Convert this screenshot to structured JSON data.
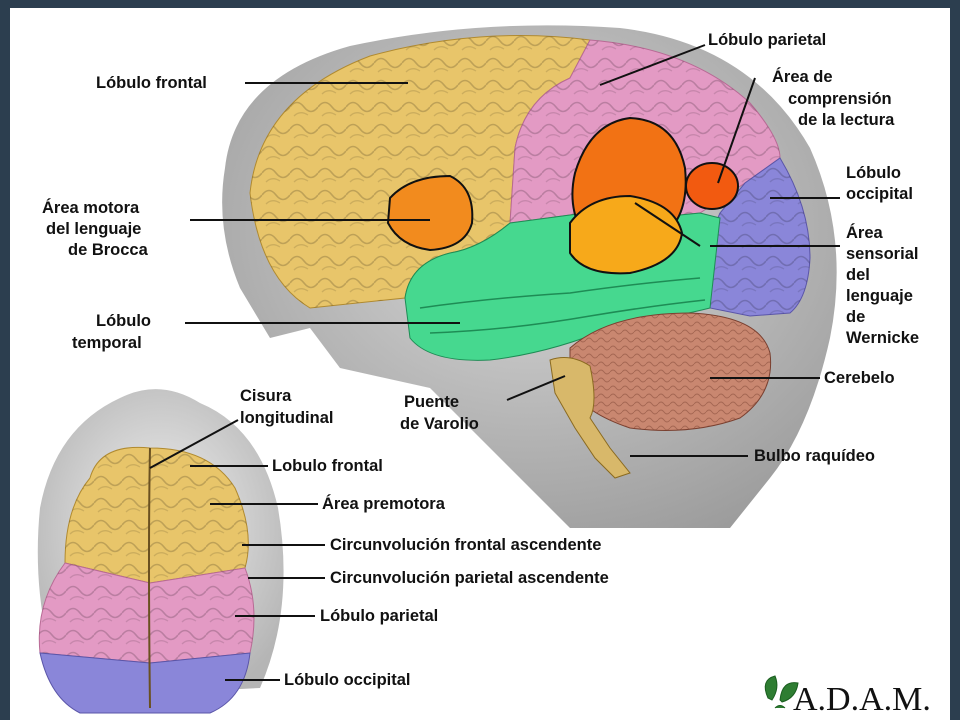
{
  "labels": {
    "frontal": "Lóbulo frontal",
    "parietal": "Lóbulo parietal",
    "comprension_1": "Área de",
    "comprension_2": "comprensión",
    "comprension_3": "de la lectura",
    "occipital_1": "Lóbulo",
    "occipital_2": "occipital",
    "broca_1": "Área motora",
    "broca_2": "del lenguaje",
    "broca_3": "de Brocca",
    "wernicke_1": "Área",
    "wernicke_2": "sensorial",
    "wernicke_3": "del",
    "wernicke_4": "lenguaje",
    "wernicke_5": "de",
    "wernicke_6": "Wernicke",
    "temporal_1": "Lóbulo",
    "temporal_2": "temporal",
    "cerebelo": "Cerebelo",
    "puente_1": "Puente",
    "puente_2": "de Varolio",
    "bulbo": "Bulbo raquídeo"
  },
  "top_view_labels": {
    "cisura_1": "Cisura",
    "cisura_2": "longitudinal",
    "frontal": "Lobulo frontal",
    "premotora": "Área premotora",
    "circ_frontal": "Circunvolución frontal ascendente",
    "circ_parietal": "Circunvolución parietal ascendente",
    "parietal": "Lóbulo parietal",
    "occipital": "Lóbulo occipital"
  },
  "logo": "A.D.A.M.",
  "colors": {
    "frontal": "#e8c56a",
    "parietal": "#e39ac4",
    "occipital": "#8a86d9",
    "temporal": "#46d88f",
    "broca": "#f28b1e",
    "comprension": "#f27214",
    "wernicke": "#f7a91a",
    "cerebelo": "#c98770",
    "stem": "#d8b86a"
  }
}
